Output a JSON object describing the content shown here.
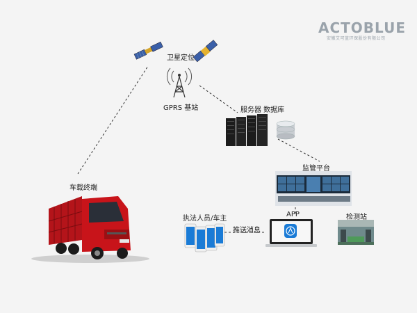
{
  "logo": {
    "brand": "ACTOBLUE",
    "company": "安徽艾可蓝环保股份有限公司",
    "color": "#9aa3ab"
  },
  "nodes": {
    "satellite": "卫星定位",
    "gprs": "GPRS 基站",
    "server": "服务器  数据库",
    "platform": "监管平台",
    "vehicle": "车载终端",
    "officers": "执法人员/车主",
    "push": "推送消息",
    "app": "APP",
    "station": "检测站"
  },
  "icons": [
    "satellite-icon",
    "antenna-tower-icon",
    "server-rack-icon",
    "database-icon",
    "video-wall-icon",
    "truck-icon",
    "phone-icon",
    "laptop-icon",
    "app-store-icon",
    "station-photo-icon"
  ],
  "colors": {
    "truck_red": "#c8141a",
    "link_dash": "#333333",
    "app_blue": "#1a7bd6"
  }
}
